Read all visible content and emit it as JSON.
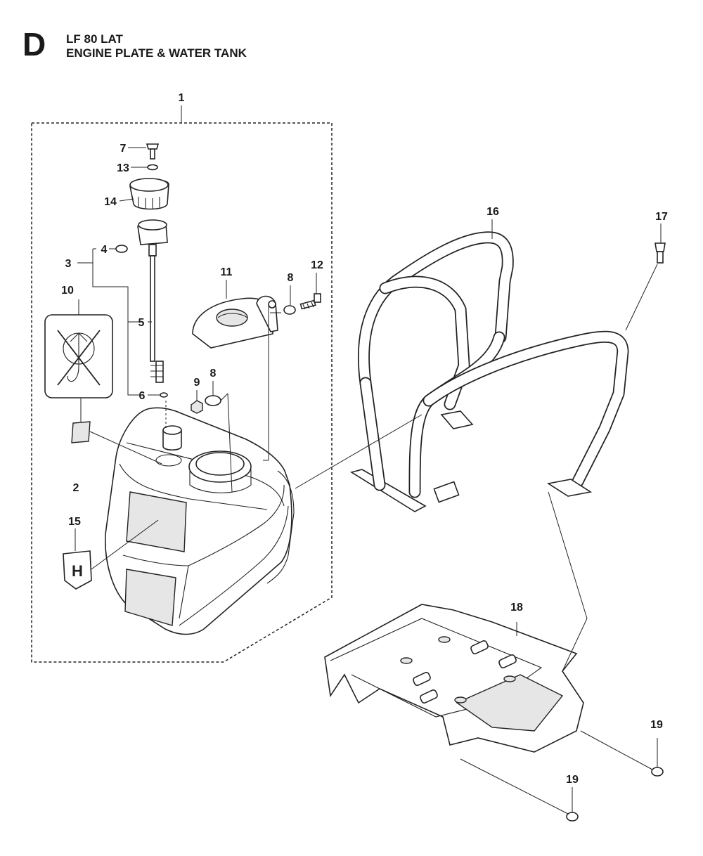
{
  "header": {
    "section_letter": "D",
    "model": "LF 80 LAT",
    "title": "ENGINE PLATE & WATER TANK"
  },
  "callouts": {
    "c1": "1",
    "c2": "2",
    "c3": "3",
    "c4": "4",
    "c5": "5",
    "c6": "6",
    "c7": "7",
    "c8a": "8",
    "c8b": "8",
    "c9": "9",
    "c10": "10",
    "c11": "11",
    "c12": "12",
    "c13": "13",
    "c14": "14",
    "c15": "15",
    "c16": "16",
    "c17": "17",
    "c18": "18",
    "c19a": "19",
    "c19b": "19"
  },
  "brand_logo_letter": "H"
}
